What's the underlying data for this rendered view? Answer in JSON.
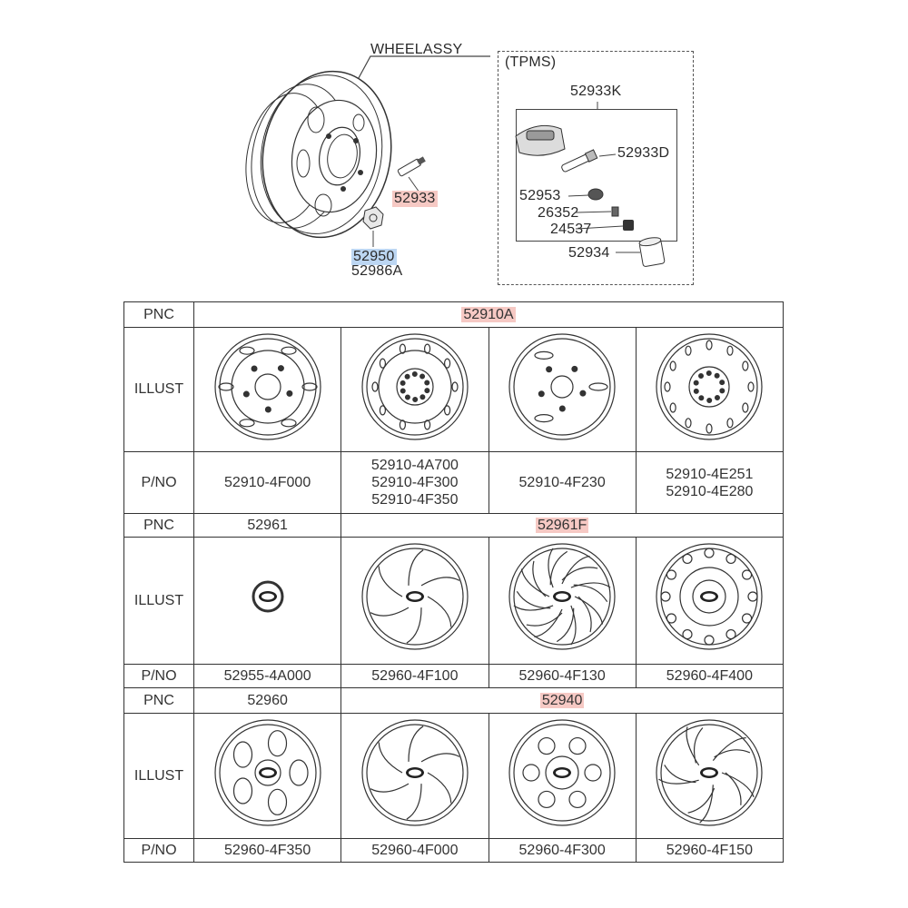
{
  "assembly": {
    "title": "WHEELASSY",
    "tpms_title": "(TPMS)",
    "callouts": {
      "valve": "52933",
      "nut": "52950",
      "nut_alt": "52986A",
      "tpms_kit": "52933K",
      "sensor": "52933D",
      "tpms_nut": "52953",
      "core": "26352",
      "cap": "24537",
      "service_cap": "52934"
    }
  },
  "table": {
    "sections": [
      {
        "pnc": [
          {
            "text": "52910A",
            "highlight": true
          }
        ],
        "pno": [
          [
            "52910-4F000"
          ],
          [
            "52910-4A700",
            "52910-4F300",
            "52910-4F350"
          ],
          [
            "52910-4F230"
          ],
          [
            "52910-4E251",
            "52910-4E280"
          ]
        ]
      },
      {
        "pnc": [
          {
            "text": "52961",
            "highlight": false
          },
          {
            "text": "52961F",
            "highlight": true
          }
        ],
        "pno": [
          [
            "52955-4A000"
          ],
          [
            "52960-4F100"
          ],
          [
            "52960-4F130"
          ],
          [
            "52960-4F400"
          ]
        ]
      },
      {
        "pnc": [
          {
            "text": "52960",
            "highlight": false
          },
          {
            "text": "52940",
            "highlight": true
          }
        ],
        "pno": [
          [
            "52960-4F350"
          ],
          [
            "52960-4F000"
          ],
          [
            "52960-4F300"
          ],
          [
            "52960-4F150"
          ]
        ]
      }
    ],
    "row_headers": {
      "pnc": "PNC",
      "illust": "ILLUST",
      "pno": "P/NO"
    }
  },
  "colors": {
    "highlight_red": "#f6c9c4",
    "highlight_blue": "#bcd6f2",
    "line": "#333333"
  }
}
